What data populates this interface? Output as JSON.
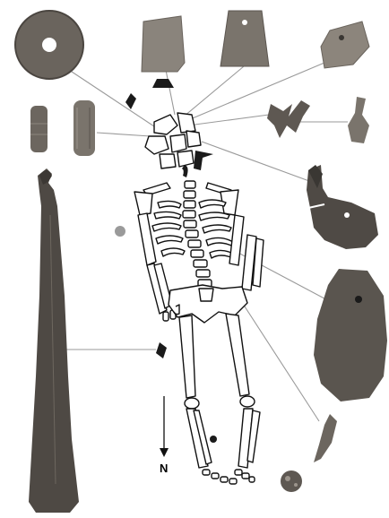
{
  "figure": {
    "north_label": "N"
  },
  "colors": {
    "background": "#ffffff",
    "bone_outline": "#111111",
    "leader_line": "#9a9a9a",
    "artifact_dark": "#5b5650",
    "artifact_mid": "#7d7770",
    "artifact_light": "#a39c93",
    "ornament_black": "#1a1a1a",
    "grey_dot": "#9a9a9a"
  },
  "artifacts": [
    {
      "name": "stone-disc-pendant"
    },
    {
      "name": "trapezoid-pendant-small"
    },
    {
      "name": "trapezoid-pendant-large"
    },
    {
      "name": "irregular-pendant-top-right"
    },
    {
      "name": "cylindrical-bead-left"
    },
    {
      "name": "cylindrical-bead-right"
    },
    {
      "name": "bird-shaped-ornament"
    },
    {
      "name": "small-ornament"
    },
    {
      "name": "hook-shaped-ornament"
    },
    {
      "name": "long-bone-tool"
    },
    {
      "name": "large-perforated-pendant"
    },
    {
      "name": "tooth-pendant"
    },
    {
      "name": "round-stone-bead"
    }
  ]
}
